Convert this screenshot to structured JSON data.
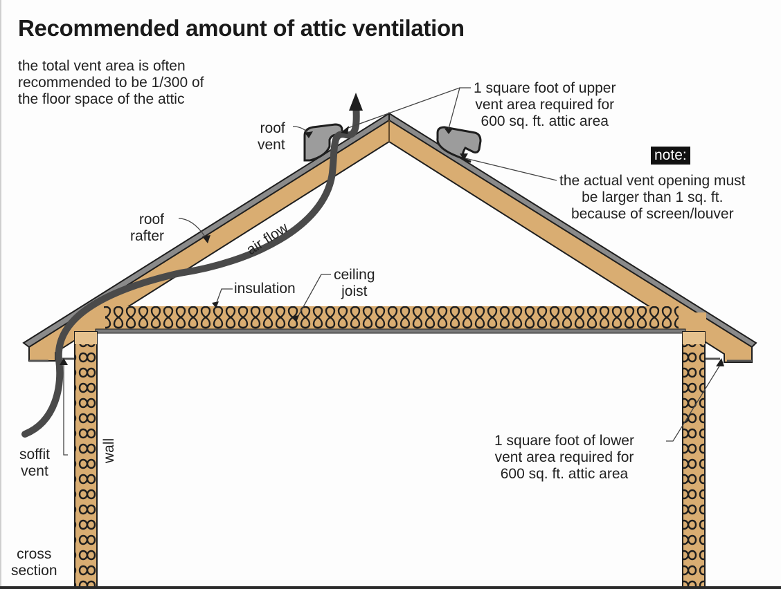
{
  "title": "Recommended amount of attic ventilation",
  "intro_note": [
    "the total vent area is often",
    "recommended to be 1/300 of",
    "the floor space of the attic"
  ],
  "labels": {
    "roof_vent": [
      "roof",
      "vent"
    ],
    "upper_vent": [
      "1 square foot of upper",
      "vent area required for",
      "600 sq. ft. attic area"
    ],
    "note_badge": "note:",
    "note_text": [
      "the actual vent opening must",
      "be larger than 1 sq. ft.",
      "because of screen/louver"
    ],
    "roof_rafter": [
      "roof",
      "rafter"
    ],
    "air_flow": "air flow",
    "insulation": "insulation",
    "ceiling_joist": [
      "ceiling",
      "joist"
    ],
    "soffit_vent": [
      "soffit",
      "vent"
    ],
    "wall": "wall",
    "lower_vent": [
      "1 square foot of lower",
      "vent area required for",
      "600 sq. ft. attic area"
    ],
    "cross_section": [
      "cross",
      "section"
    ]
  },
  "colors": {
    "wood": "#d9ad72",
    "roofing": "#8a8a8a",
    "vent": "#9c9c9c",
    "outline": "#1e1e1e",
    "airflow": "#4a4a4a"
  }
}
